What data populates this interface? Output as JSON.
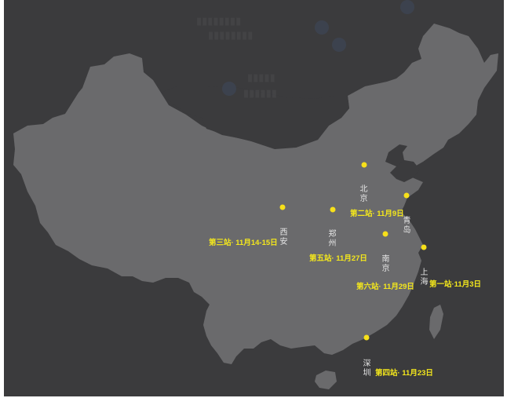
{
  "map": {
    "region": "China",
    "colors": {
      "background": "#3b3b3d",
      "land": "#6a6a6c",
      "marker": "#f7e01a",
      "stop_label": "#f5e81c",
      "city_label": "#e6e6e6"
    }
  },
  "stops": [
    {
      "city": "上海",
      "label": "第一站·11月3日"
    },
    {
      "city": "北京",
      "label": "第二站· 11月9日"
    },
    {
      "city": "西安",
      "label": "第三站· 11月14-15日"
    },
    {
      "city": "深圳",
      "label": "第四站· 11月23日"
    },
    {
      "city": "郑州",
      "label": "第五站· 11月27日"
    },
    {
      "city": "南京",
      "label": "第六站· 11月29日"
    }
  ],
  "extra_markers": [
    {
      "city": "青岛"
    }
  ]
}
